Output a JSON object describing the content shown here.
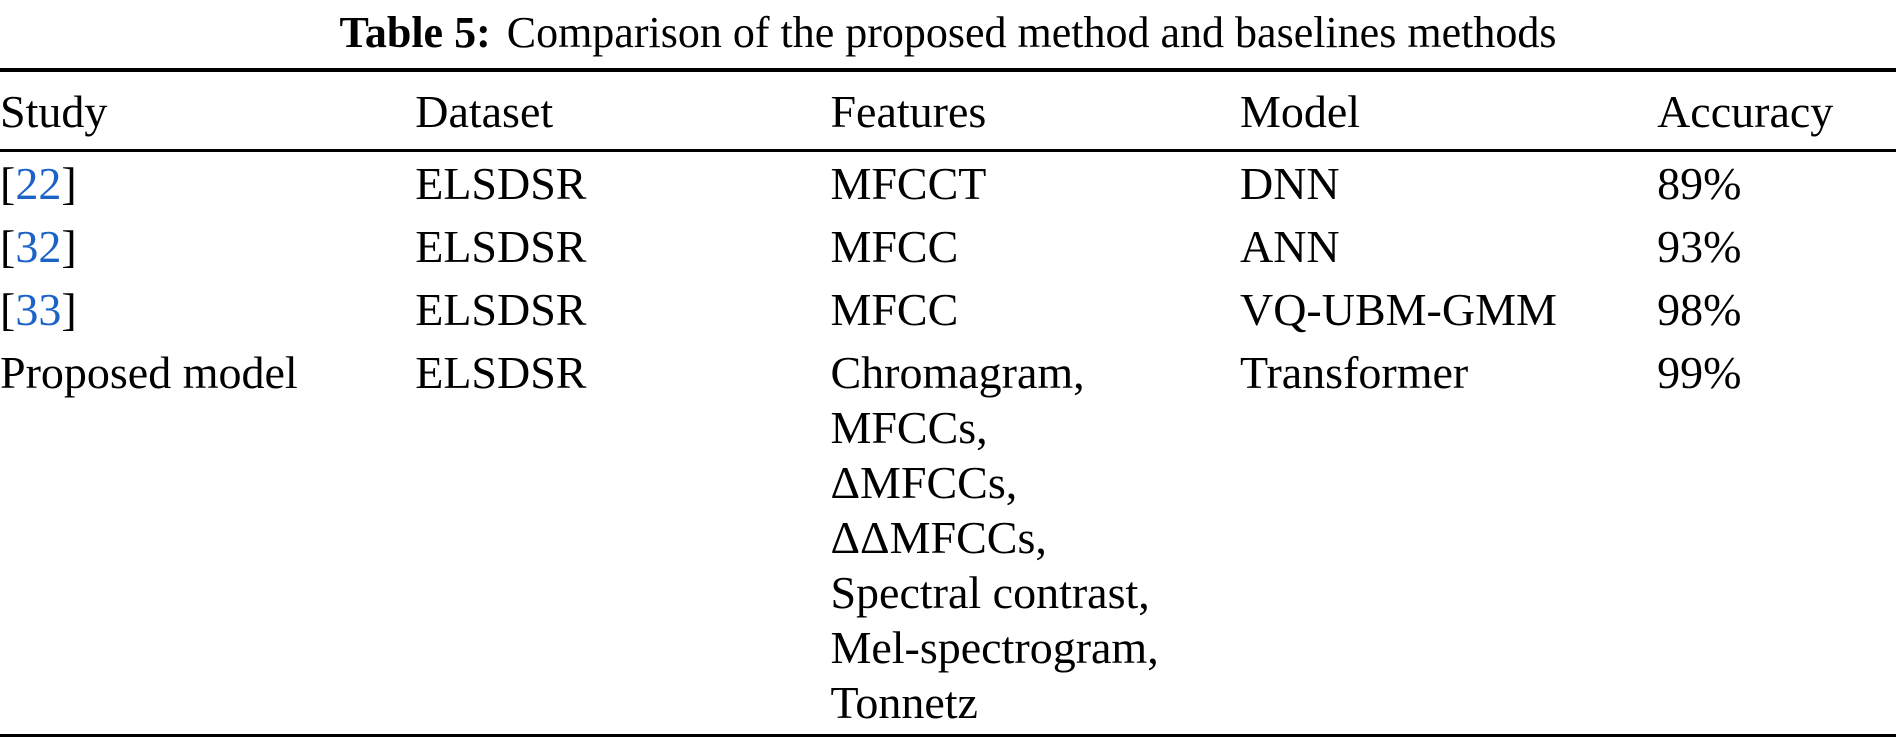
{
  "caption": {
    "label": "Table 5:",
    "text": "Comparison of the proposed method and baselines methods"
  },
  "colors": {
    "citation": "#1b63c6",
    "text": "#000000",
    "background": "#ffffff",
    "rule": "#000000"
  },
  "table": {
    "headers": [
      "Study",
      "Dataset",
      "Features",
      "Model",
      "Accuracy"
    ],
    "rows": [
      {
        "study": {
          "open": "[",
          "cite": "22",
          "close": "]"
        },
        "dataset": "ELSDSR",
        "features": [
          "MFCCT"
        ],
        "model": "DNN",
        "accuracy": "89%"
      },
      {
        "study": {
          "open": "[",
          "cite": "32",
          "close": "]"
        },
        "dataset": "ELSDSR",
        "features": [
          "MFCC"
        ],
        "model": "ANN",
        "accuracy": "93%"
      },
      {
        "study": {
          "open": "[",
          "cite": "33",
          "close": "]"
        },
        "dataset": "ELSDSR",
        "features": [
          "MFCC"
        ],
        "model": "VQ-UBM-GMM",
        "accuracy": "98%"
      },
      {
        "study": {
          "text": "Proposed model"
        },
        "dataset": "ELSDSR",
        "features": [
          "Chromagram,",
          "MFCCs,",
          "ΔMFCCs,",
          "ΔΔMFCCs,",
          "Spectral contrast,",
          "Mel-spectrogram,",
          "Tonnetz"
        ],
        "model": "Transformer",
        "accuracy": "99%"
      }
    ]
  }
}
